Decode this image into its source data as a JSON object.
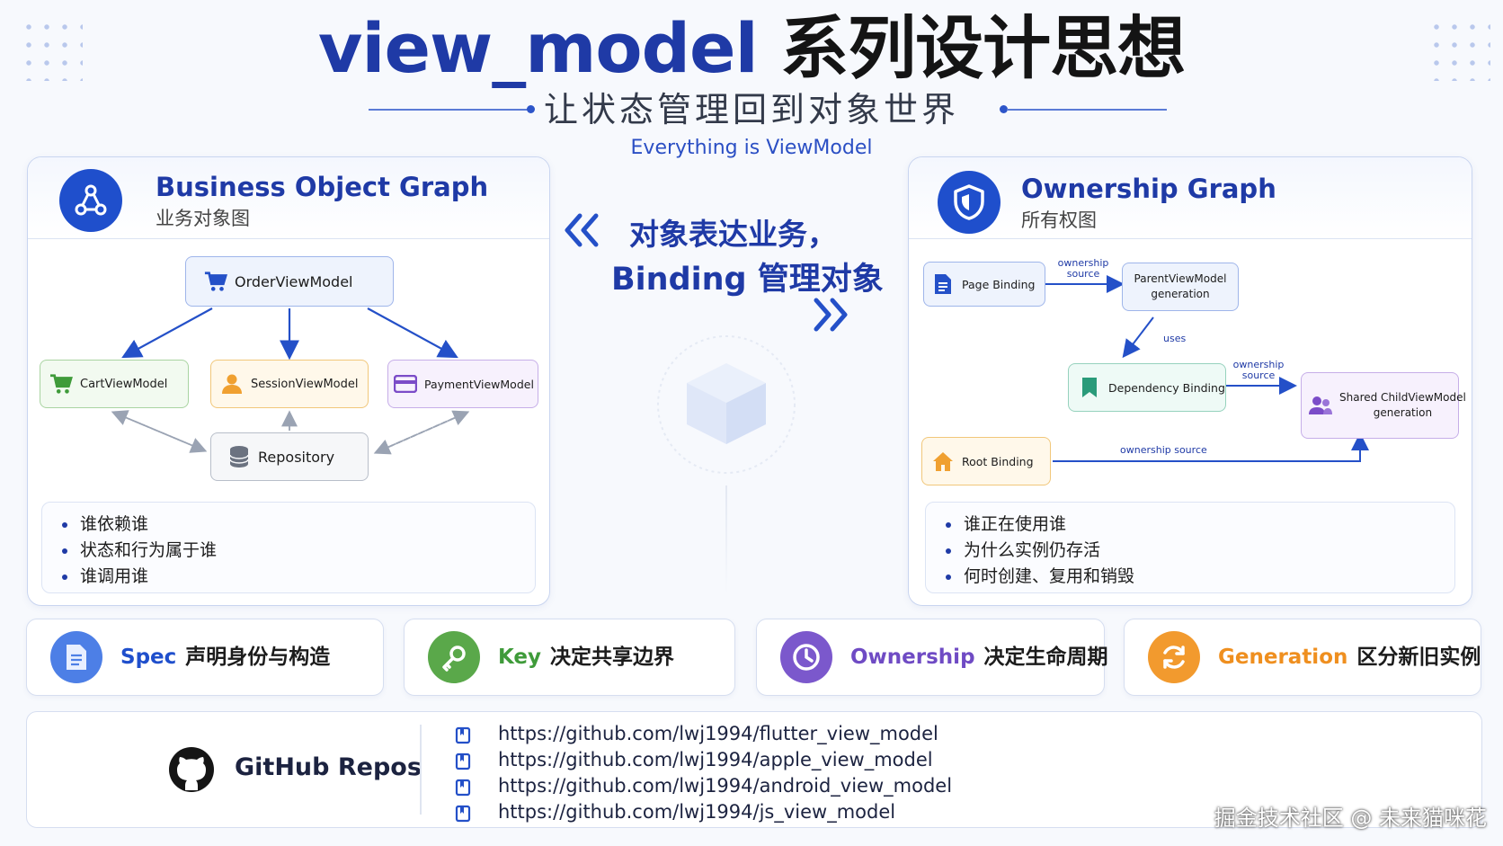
{
  "header": {
    "title_en": "view_model",
    "title_zh": "系列设计思想",
    "subtitle": "让状态管理回到对象世界",
    "tagline": "Everything is ViewModel"
  },
  "center": {
    "line1": "对象表达业务，",
    "line2": "Binding 管理对象"
  },
  "business_graph": {
    "title": "Business Object Graph",
    "subtitle": "业务对象图",
    "icon": "graph-nodes-icon",
    "nodes": {
      "order": "OrderViewModel",
      "cart": "CartViewModel",
      "session": "SessionViewModel",
      "payment": "PaymentViewModel",
      "repository": "Repository"
    },
    "bullets": [
      "谁依赖谁",
      "状态和行为属于谁",
      "谁调用谁"
    ]
  },
  "ownership_graph": {
    "title": "Ownership Graph",
    "subtitle": "所有权图",
    "icon": "shield-icon",
    "nodes": {
      "page_binding": "Page Binding",
      "parent_vm_line1": "ParentViewModel",
      "parent_vm_line2": "generation",
      "dependency_binding": "Dependency Binding",
      "shared_vm_line1": "Shared ChildViewModel",
      "shared_vm_line2": "generation",
      "root_binding": "Root Binding"
    },
    "edge_labels": {
      "ownership_source_1a": "ownership",
      "ownership_source_1b": "source",
      "uses": "uses",
      "ownership_source_2a": "ownership",
      "ownership_source_2b": "source",
      "ownership_source_3": "ownership source"
    },
    "bullets": [
      "谁正在使用谁",
      "为什么实例仍存活",
      "何时创建、复用和销毁"
    ]
  },
  "cards": [
    {
      "key": "Spec",
      "value": "声明身份与构造",
      "color": "#1f4fcc",
      "icon": "document-icon"
    },
    {
      "key": "Key",
      "value": "决定共享边界",
      "color": "#3f9b3a",
      "icon": "key-icon"
    },
    {
      "key": "Ownership",
      "value": "决定生命周期",
      "color": "#6f4bc4",
      "icon": "clock-icon"
    },
    {
      "key": "Generation",
      "value": "区分新旧实例",
      "color": "#ef8f1f",
      "icon": "refresh-icon"
    }
  ],
  "repos": {
    "label": "GitHub Repos",
    "icon": "github-icon",
    "links": [
      "https://github.com/lwj1994/flutter_view_model",
      "https://github.com/lwj1994/apple_view_model",
      "https://github.com/lwj1994/android_view_model",
      "https://github.com/lwj1994/js_view_model"
    ]
  },
  "watermark": "掘金技术社区 @ 未来猫咪花"
}
